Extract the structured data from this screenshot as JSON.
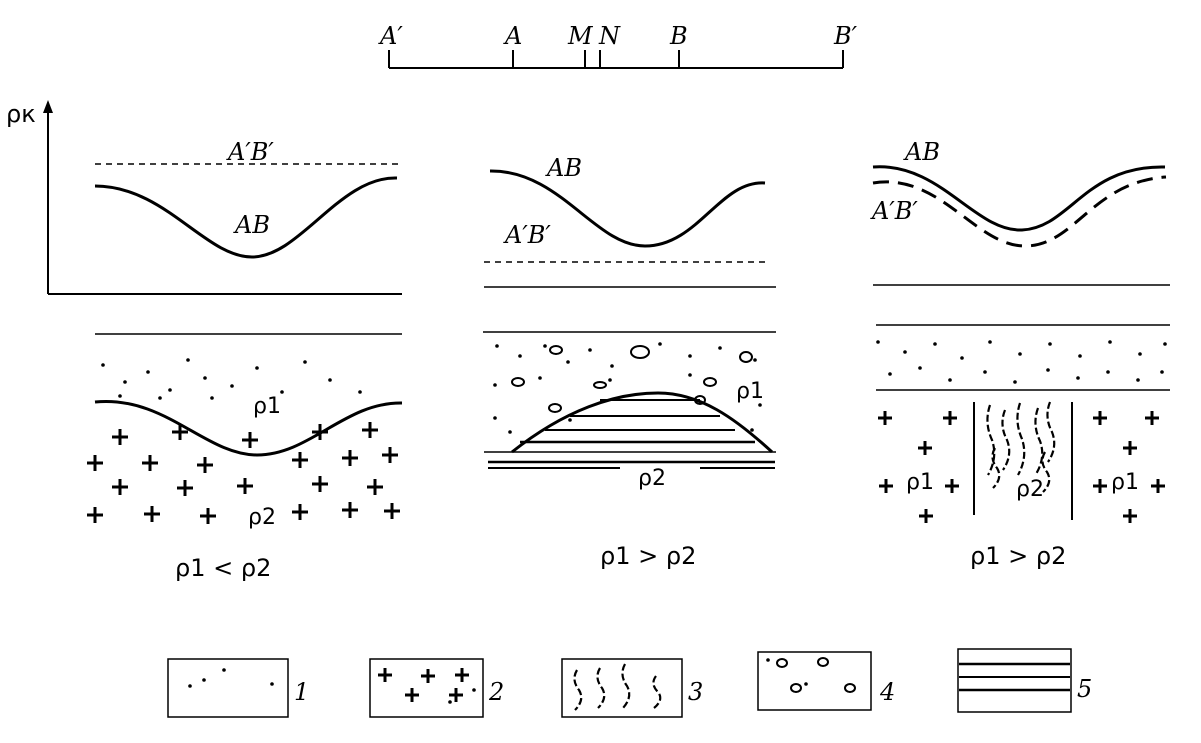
{
  "electrodes": [
    "A′",
    "A",
    "M",
    "N",
    "B",
    "B′"
  ],
  "axis_label": "ρк",
  "panels": [
    {
      "curve_upper": "A′B′",
      "curve_lower": "AB",
      "layer_top": "ρ1",
      "layer_bottom": "ρ2",
      "relation": "ρ1 < ρ2"
    },
    {
      "curve_upper": "AB",
      "curve_lower": "A′B′",
      "layer_top": "ρ1",
      "layer_bottom": "ρ2",
      "relation": "ρ1 > ρ2"
    },
    {
      "curve_upper": "AB",
      "curve_lower": "A′B′",
      "layer_left": "ρ1",
      "layer_middle": "ρ2",
      "layer_right": "ρ1",
      "relation": "ρ1 > ρ2"
    }
  ],
  "legend": [
    "1",
    "2",
    "3",
    "4",
    "5"
  ]
}
